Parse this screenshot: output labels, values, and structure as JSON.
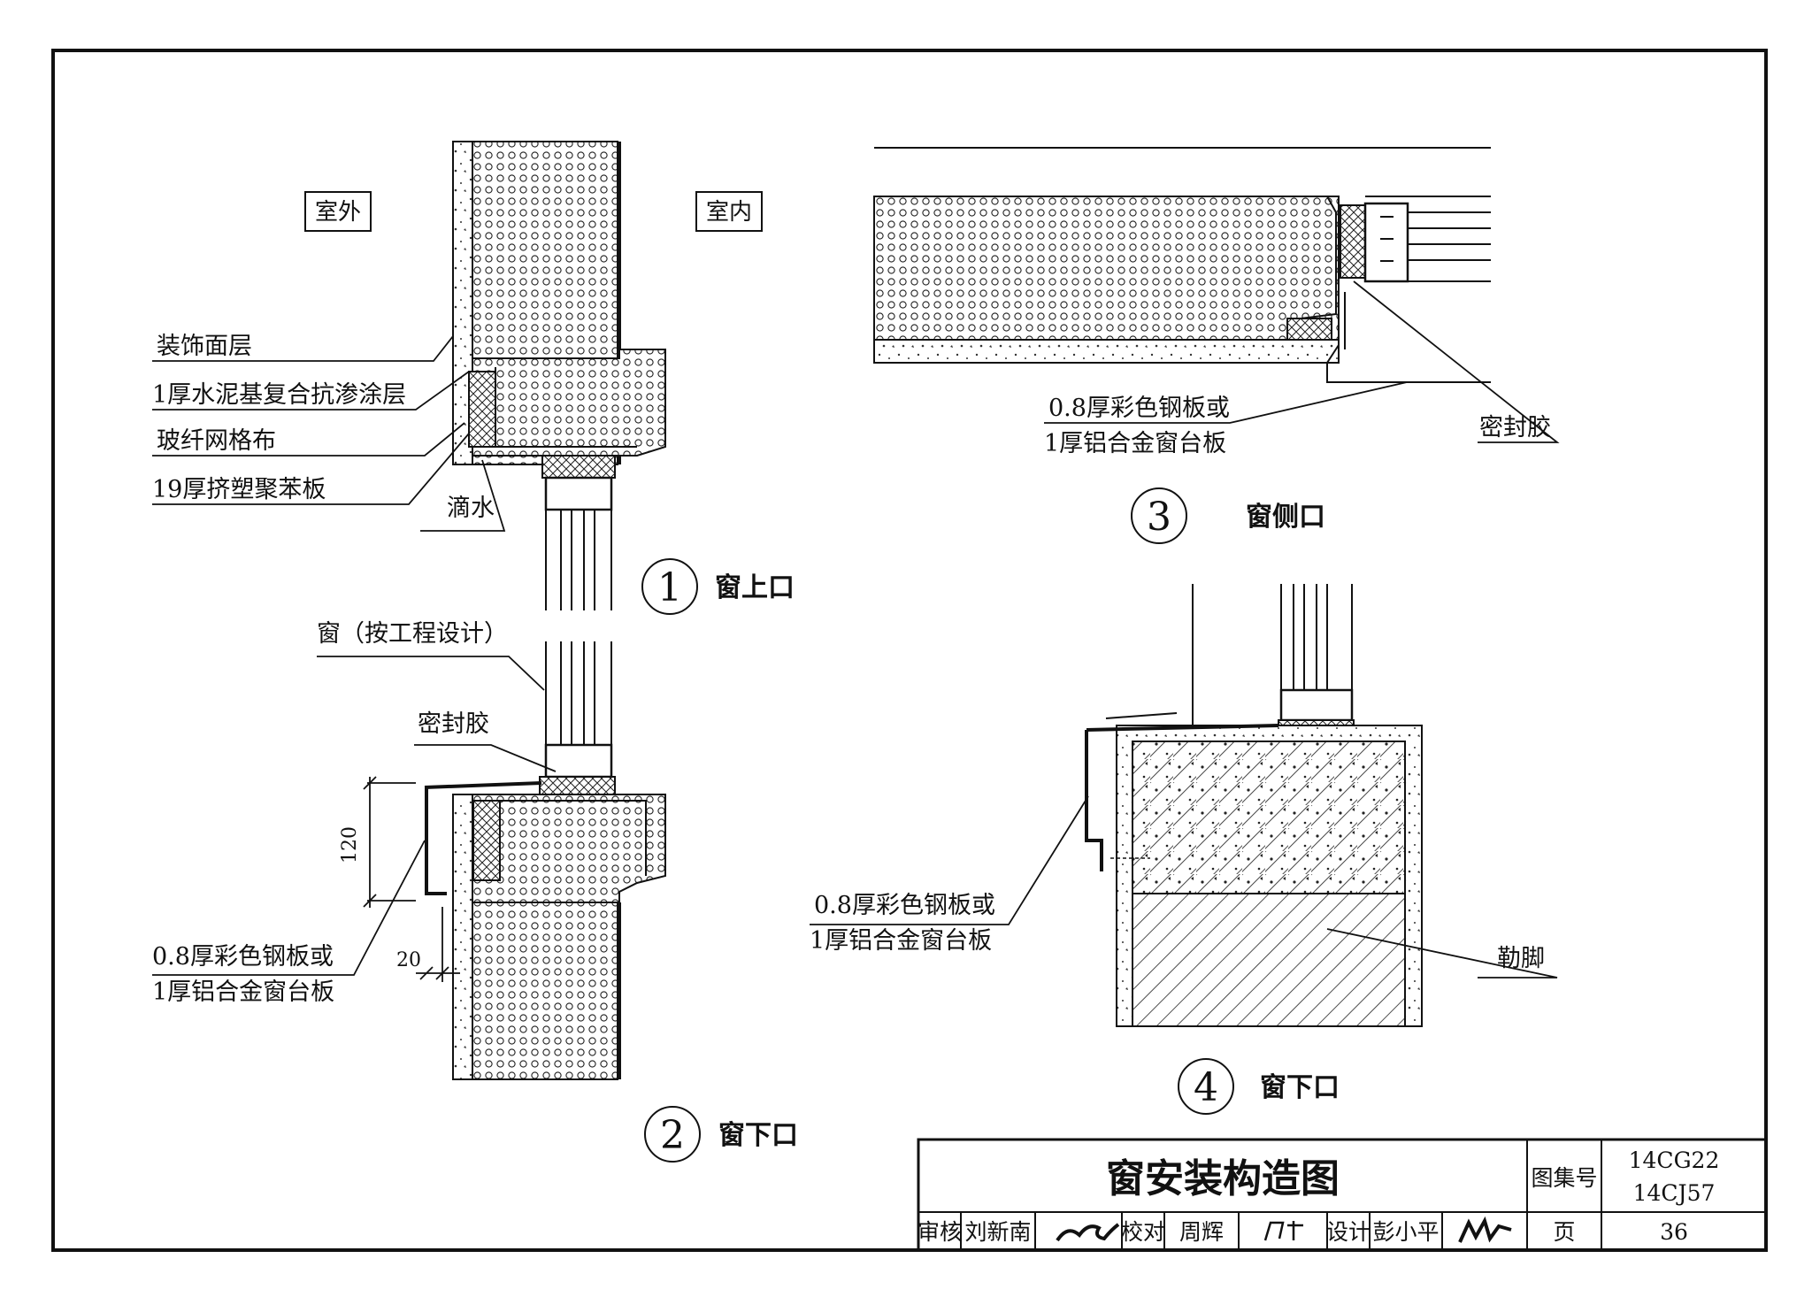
{
  "labels": {
    "outdoor": "室外",
    "indoor": "室内",
    "decor_layer": "装饰面层",
    "cement_coating": "1厚水泥基复合抗渗涂层",
    "fiberglass_mesh": "玻纤网格布",
    "xps_board": "19厚挤塑聚苯板",
    "drip": "滴水",
    "window": "窗（按工程设计）",
    "sealant_2": "密封胶",
    "sill_board_2_line1": "0.8厚彩色钢板或",
    "sill_board_2_line2": "1厚铝合金窗台板",
    "sill_board_3_line1": "0.8厚彩色钢板或",
    "sill_board_3_line2": "1厚铝合金窗台板",
    "sealant_3": "密封胶",
    "sill_board_4_line1": "0.8厚彩色钢板或",
    "sill_board_4_line2": "1厚铝合金窗台板",
    "plinth": "勒脚"
  },
  "dimensions": {
    "d120": "120",
    "d20": "20"
  },
  "details": [
    {
      "num": "1",
      "caption": "窗上口"
    },
    {
      "num": "2",
      "caption": "窗下口"
    },
    {
      "num": "3",
      "caption": "窗侧口"
    },
    {
      "num": "4",
      "caption": "窗下口"
    }
  ],
  "title_block": {
    "title": "窗安装构造图",
    "atlas_label": "图集号",
    "atlas_no_1": "14CG22",
    "atlas_no_2": "14CJ57",
    "review_label": "审核",
    "reviewer": "刘新南",
    "check_label": "校对",
    "checker": "周辉",
    "design_label": "设计",
    "designer": "彭小平",
    "page_label": "页",
    "page_no": "36"
  }
}
